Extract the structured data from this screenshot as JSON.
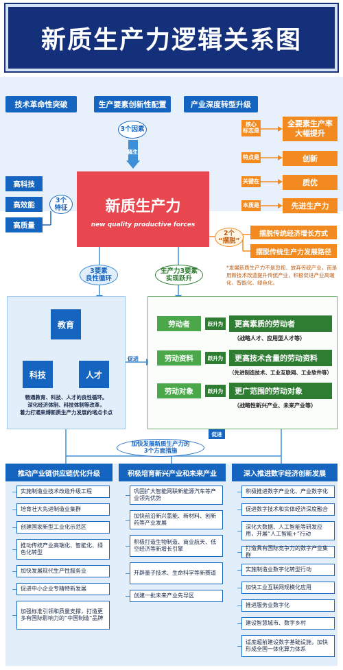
{
  "title": "新质生产力逻辑关系图",
  "factors": {
    "items": [
      "技术革命性突破",
      "生产要素创新性配置",
      "产业深度转型升级"
    ],
    "oval": "3个因素",
    "arrow_label": "催生"
  },
  "features": {
    "items": [
      "高科技",
      "高效能",
      "高质量"
    ],
    "oval": "3个\n特征"
  },
  "center": {
    "title": "新质生产力",
    "subtitle": "new quality productive forces"
  },
  "hallmarks": {
    "tags": [
      "核心\n标志是",
      "特点是",
      "关键在",
      "本质是"
    ],
    "values": [
      "全要素生产率\n大幅提升",
      "创新",
      "质优",
      "先进生产力"
    ]
  },
  "breakaway": {
    "oval": "2个\n“摆脱”",
    "items": [
      "摆脱传统经济增长方式",
      "摆脱传统生产力发展路径"
    ],
    "note": "*发展新质生产力不是忽视、放弃传统产业，而是用新技术改造提升传统产业，积极促进产业高端化、智能化、绿色化。"
  },
  "cycle": {
    "oval": "3要素\n良性循环",
    "nodes": [
      "教育",
      "科技",
      "人才"
    ],
    "text": "畅通教育、科技、人才的良性循环。\n深化经济体制、科技体制等改革，\n着力打通束缚新质生产力发展的堵点卡点",
    "promote": "促进"
  },
  "leap": {
    "oval": "生产力3要素\n实现跃升",
    "rows": [
      {
        "factor": "劳动者",
        "up": "跃升为",
        "result": "更高素质的劳动者",
        "sub": "（战略人才、应用型人才等）"
      },
      {
        "factor": "劳动资料",
        "up": "跃升为",
        "result": "更高技术含量的劳动资料",
        "sub": "（先进制造技术、工业互联网、工业软件等）"
      },
      {
        "factor": "劳动对象",
        "up": "跃升为",
        "result": "更广范围的劳动对象",
        "sub": "（战略性新兴产业、未来产业等）"
      }
    ]
  },
  "measures": {
    "oval": "加快发展新质生产力的\n3个方面措施",
    "promote": "促进",
    "columns": [
      {
        "title": "推动产业链供应链优化升级",
        "items": [
          "实施制造业技术改造升级工程",
          "培育壮大先进制造业集群",
          "创建国家新型工业化示范区",
          "推动传统产业高端化、智能化、绿色化转型",
          "加快发展现代生产性服务业",
          "促进中小企业专精特新发展",
          "加强标准引领和质量支撑，打造更多有国际影响力的“中国制造”品牌"
        ]
      },
      {
        "title": "积极培育新兴产业和未来产业",
        "items": [
          "巩固扩大智能网联新能源汽车等产业领先优势",
          "加快前沿新兴氢能、新材料、创新药等产业发展",
          "积极打造生物制造、商业航天、低空经济等新增长引擎",
          "开辟量子技术、生命科学等新赛道",
          "创建一批未来产业先导区"
        ]
      },
      {
        "title": "深入推进数字经济创新发展",
        "items": [
          "积极推进数字产业化、产业数字化",
          "促进数字技术和实体经济深度融合",
          "深化大数据、人工智能等研发应用，开展“人工智能+”行动",
          "打造具有国际竞争力的数字产业集群",
          "实施制造业数字化转型行动",
          "加快工业互联网规模化应用",
          "推进服务业数字化",
          "建设智慧城市、数字乡村",
          "适度超前建设数字基础设施，加快形成全国一体化算力体系"
        ]
      }
    ]
  },
  "colors": {
    "navy": "#14307a",
    "blue": "#1565c0",
    "red": "#e8474f",
    "orange": "#f28a1f",
    "green": "#2e7d32"
  }
}
